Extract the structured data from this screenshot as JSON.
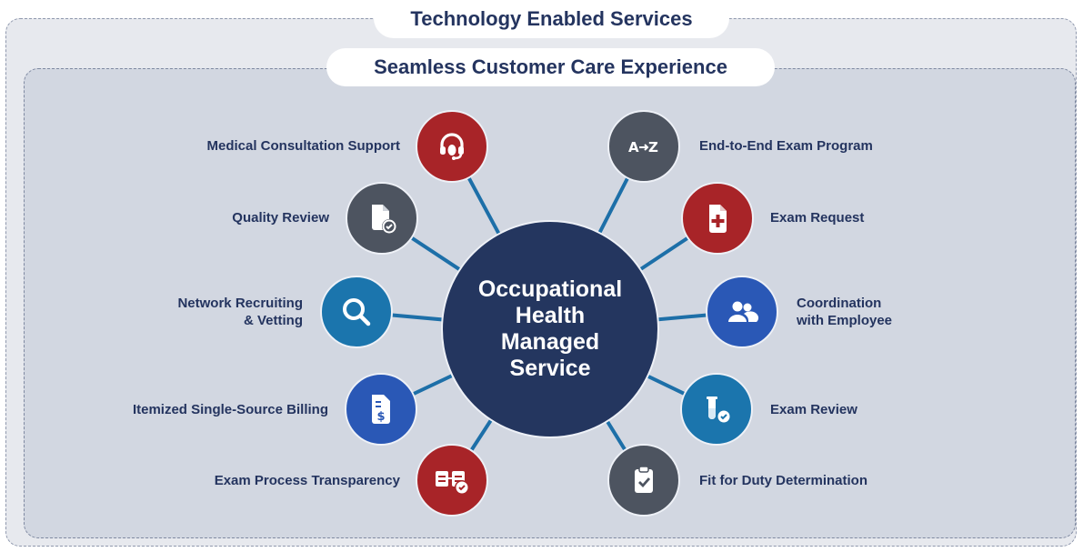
{
  "header": {
    "outer_title": "Technology Enabled Services",
    "inner_title": "Seamless Customer Care Experience"
  },
  "hub": {
    "label": "Occupational\nHealth\nManaged\nService"
  },
  "services": [
    {
      "label": "Medical Consultation Support",
      "icon": "headset-icon",
      "color": "#a82428"
    },
    {
      "label": "Quality Review",
      "icon": "document-check-icon",
      "color": "#4d5460"
    },
    {
      "label": "Network Recruiting\n& Vetting",
      "icon": "magnifier-icon",
      "color": "#1b75ad"
    },
    {
      "label": "Itemized Single-Source Billing",
      "icon": "invoice-dollar-icon",
      "color": "#2a58b6"
    },
    {
      "label": "Exam Process Transparency",
      "icon": "documents-check-icon",
      "color": "#a82428"
    },
    {
      "label": "End-to-End Exam Program",
      "icon": "a-to-z-icon",
      "color": "#4d5460"
    },
    {
      "label": "Exam Request",
      "icon": "medical-file-icon",
      "color": "#a82428"
    },
    {
      "label": "Coordination\nwith Employee",
      "icon": "users-icon",
      "color": "#2a58b6"
    },
    {
      "label": "Exam Review",
      "icon": "test-tube-check-icon",
      "color": "#1b75ad"
    },
    {
      "label": "Fit for Duty Determination",
      "icon": "clipboard-check-icon",
      "color": "#4d5460"
    }
  ],
  "colors": {
    "navy": "#24365f",
    "connector": "#1d6fa8",
    "background_outer": "#e7e9ee",
    "background_inner": "#d2d7e1"
  }
}
